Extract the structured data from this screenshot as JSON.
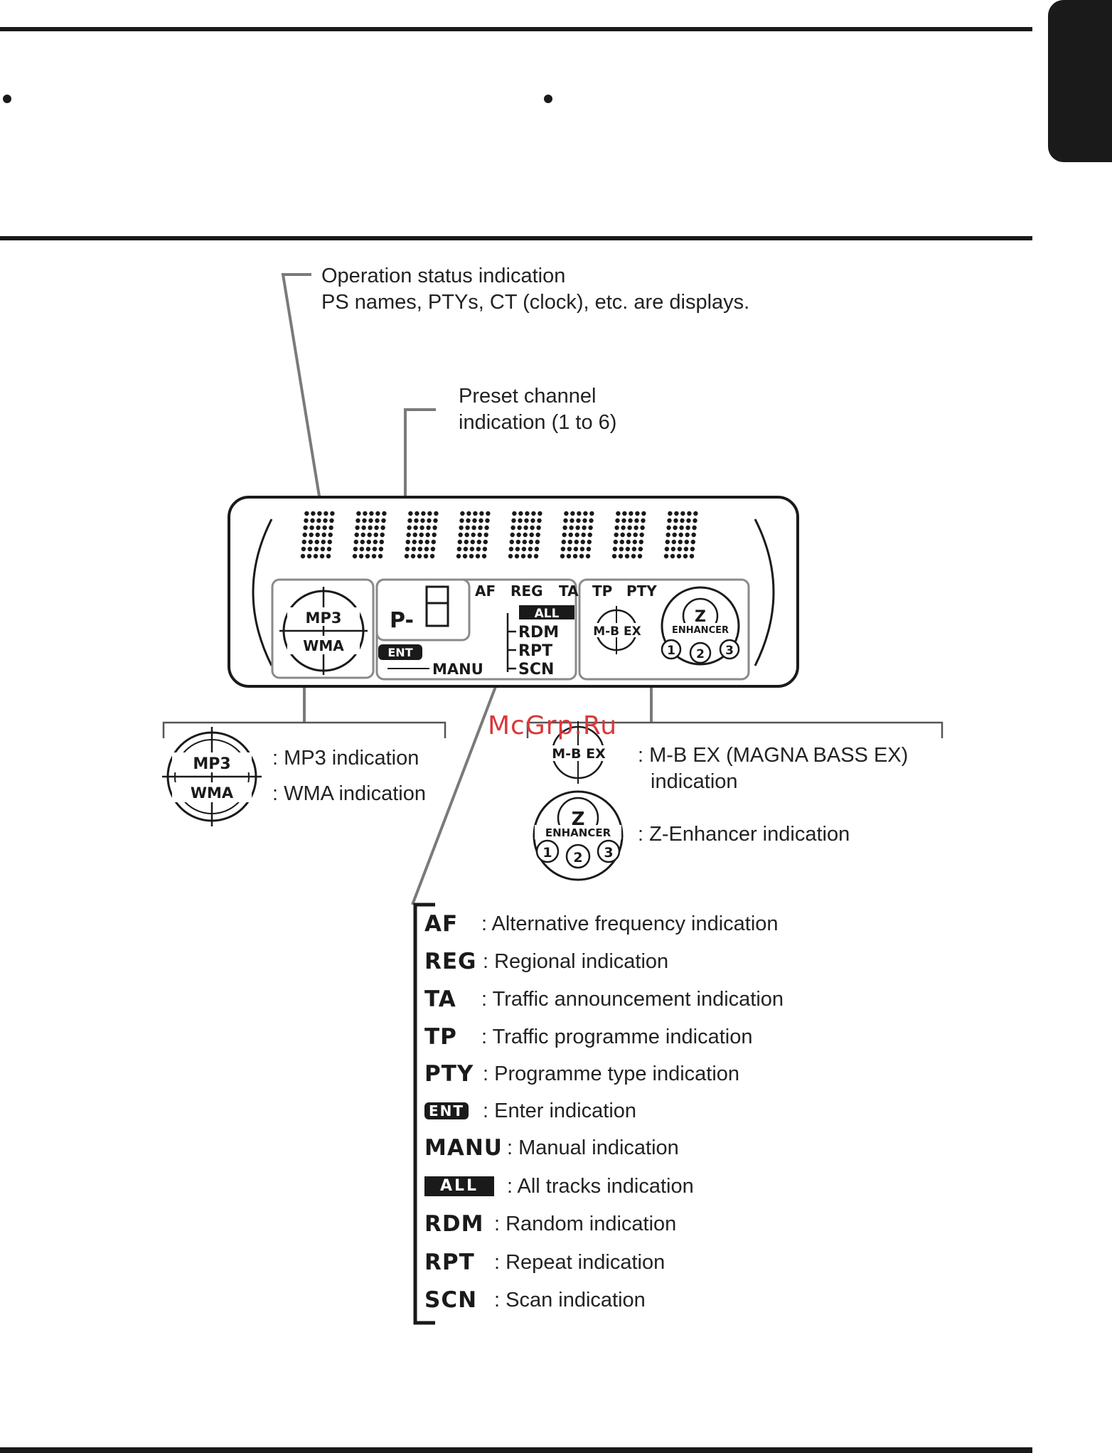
{
  "callouts": {
    "operation_status": {
      "line1": "Operation status indication",
      "line2": "PS names, PTYs, CT (clock), etc. are displays."
    },
    "preset_channel": {
      "line1": "Preset channel",
      "line2": "indication (1 to 6)"
    }
  },
  "lcd": {
    "segments": [
      "AF",
      "REG",
      "TA",
      "TP",
      "PTY"
    ],
    "preset_prefix": "P-",
    "badges": {
      "all": "ALL",
      "rdm": "RDM",
      "rpt": "RPT",
      "scn": "SCN",
      "manu": "MANU",
      "ent": "ENT"
    },
    "mp3": "MP3",
    "wma": "WMA",
    "mbex": "M-B EX",
    "z": "Z",
    "enhancer": "ENHANCER",
    "enhancer_levels": [
      "1",
      "2",
      "3"
    ]
  },
  "legend": {
    "mp3": ": MP3 indication",
    "wma": ": WMA indication",
    "mbex_line1": ": M-B EX (MAGNA BASS EX)",
    "mbex_line2": "indication",
    "zenh": ": Z-Enhancer indication"
  },
  "glossary": [
    {
      "abbr": "AF",
      "desc": ": Alternative frequency indication",
      "style": "plain"
    },
    {
      "abbr": "REG",
      "desc": ": Regional indication",
      "style": "plain"
    },
    {
      "abbr": "TA",
      "desc": ": Traffic announcement indication",
      "style": "plain"
    },
    {
      "abbr": "TP",
      "desc": ": Traffic programme indication",
      "style": "plain"
    },
    {
      "abbr": "PTY",
      "desc": ": Programme type indication",
      "style": "plain"
    },
    {
      "abbr": "ENT",
      "desc": ": Enter indication",
      "style": "ent"
    },
    {
      "abbr": "MANU",
      "desc": ": Manual indication",
      "style": "plain"
    },
    {
      "abbr": "ALL",
      "desc": ": All tracks indication",
      "style": "inv"
    },
    {
      "abbr": "RDM",
      "desc": ": Random indication",
      "style": "plain"
    },
    {
      "abbr": "RPT",
      "desc": ": Repeat indication",
      "style": "plain"
    },
    {
      "abbr": "SCN",
      "desc": ": Scan indication",
      "style": "plain"
    }
  ],
  "watermark": "McGrp.Ru"
}
